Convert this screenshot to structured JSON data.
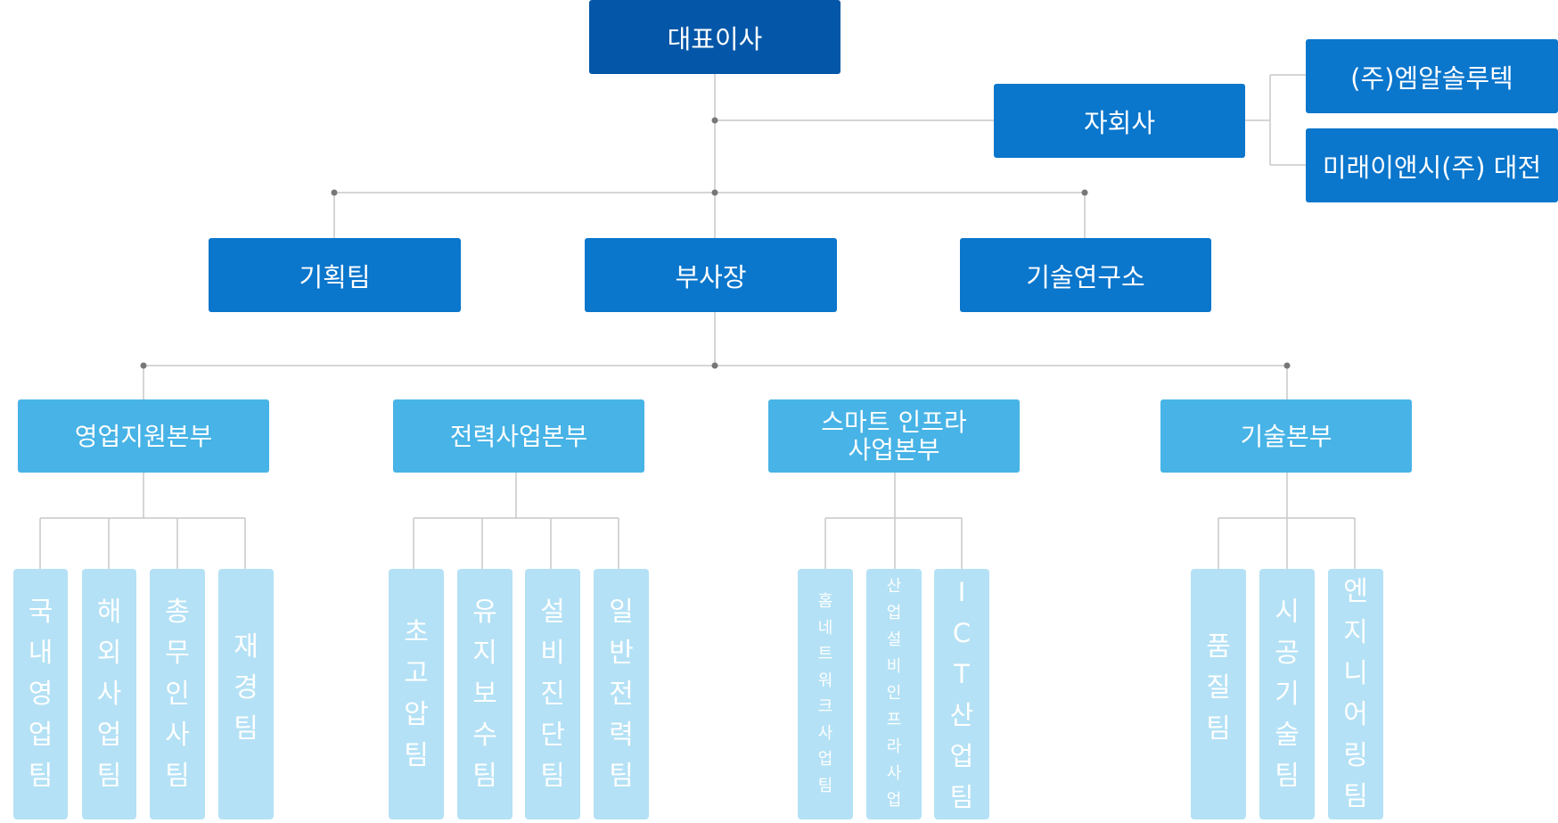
{
  "ceo": "대표이사",
  "subsidiaries": {
    "label": "자회사",
    "items": [
      "(주)엠알솔루텍",
      "미래이앤시(주) 대전"
    ]
  },
  "level1": [
    "기획팀",
    "부사장",
    "기술연구소"
  ],
  "divisions": [
    {
      "name": "영업지원본부",
      "teams": [
        "국내영업팀",
        "해외사업팀",
        "총무인사팀",
        "재경팀"
      ]
    },
    {
      "name": "전력사업본부",
      "teams": [
        "초고압팀",
        "유지보수팀",
        "설비진단팀",
        "일반전력팀"
      ]
    },
    {
      "name": "스마트 인프라\n사업본부",
      "teams": [
        "홈네트워크사업팀",
        "산업설비인프라사업",
        "ICT산업팀"
      ]
    },
    {
      "name": "기술본부",
      "teams": [
        "품질팀",
        "시공기술팀",
        "엔지니어링팀"
      ]
    }
  ],
  "colors": {
    "ceo": "#0457a8",
    "level1": "#0a76cc",
    "division": "#47b3e6",
    "team": "#b4e1f5",
    "line": "#c8c8c8",
    "dot": "#777777"
  }
}
